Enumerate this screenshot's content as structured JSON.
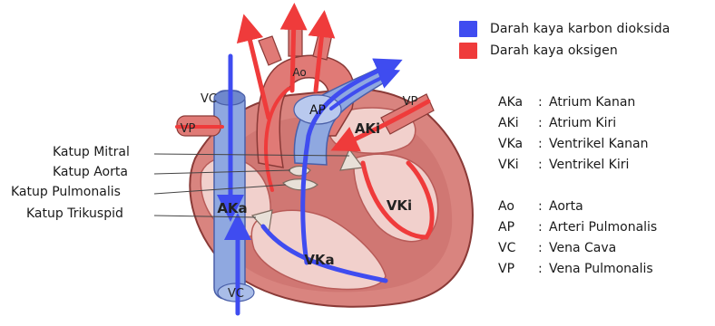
{
  "legend": [
    {
      "label": "Darah kaya karbon dioksida",
      "color": "#3f4cf0"
    },
    {
      "label": "Darah kaya oksigen",
      "color": "#ef3b3b"
    }
  ],
  "chambers_key": [
    {
      "key": "AKa",
      "desc": "Atrium Kanan"
    },
    {
      "key": "AKi",
      "desc": "Atrium Kiri"
    },
    {
      "key": "VKa",
      "desc": "Ventrikel Kanan"
    },
    {
      "key": "VKi",
      "desc": "Ventrikel Kiri"
    }
  ],
  "vessels_key": [
    {
      "key": "Ao",
      "desc": "Aorta"
    },
    {
      "key": "AP",
      "desc": "Arteri Pulmonalis"
    },
    {
      "key": "VC",
      "desc": "Vena Cava"
    },
    {
      "key": "VP",
      "desc": "Vena Pulmonalis"
    }
  ],
  "callouts": {
    "mitral": "Katup Mitral",
    "aorta": "Katup Aorta",
    "pulmonalis": "Katup Pulmonalis",
    "trikuspid": "Katup Trikuspid"
  },
  "heart_labels": {
    "ao": "Ao",
    "ap": "AP",
    "vc_top": "VC",
    "vc_bottom": "VC",
    "vp_left": "VP",
    "vp_right": "VP",
    "aka": "AKa",
    "aki": "AKi",
    "vka": "VKa",
    "vki": "VKi"
  },
  "colors": {
    "muscle": "#d9847f",
    "muscle_dark": "#b85b58",
    "chamber": "#f1d0cc",
    "vessel_blue": "#8fa8e0",
    "vessel_red": "#e07a76",
    "arrow_blue": "#3f4cf0",
    "arrow_red": "#ef3b3b"
  }
}
